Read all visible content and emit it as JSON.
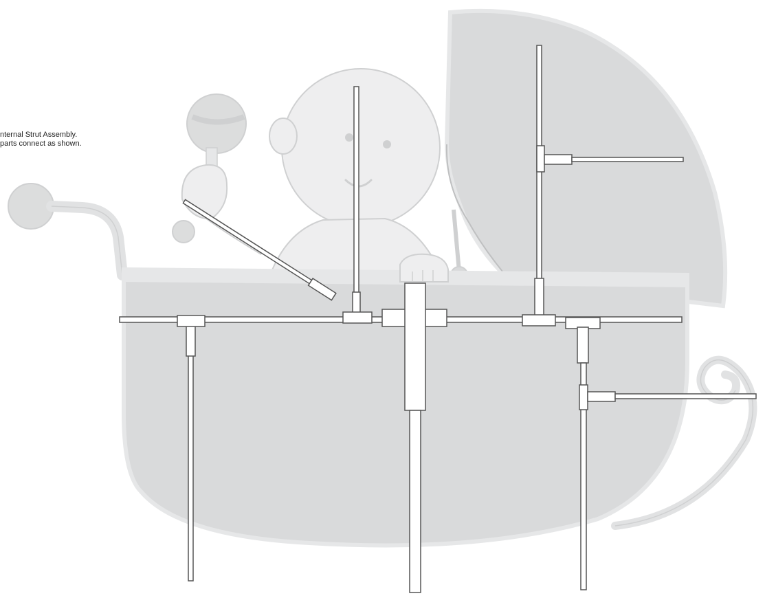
{
  "caption": {
    "line1": "nternal Strut Assembly.",
    "line2": "parts connect as shown."
  },
  "colors": {
    "background": "#ffffff",
    "illustration_fill": "#d9dadb",
    "illustration_light": "#e6e7e8",
    "illustration_outline": "#c4c5c6",
    "pipe_fill": "#ffffff",
    "pipe_stroke": "#555555"
  },
  "illustration": {
    "subject": "baby-carriage",
    "figure": "baby-with-rattle",
    "overlay": "pvc-pipe-strut-assembly"
  }
}
